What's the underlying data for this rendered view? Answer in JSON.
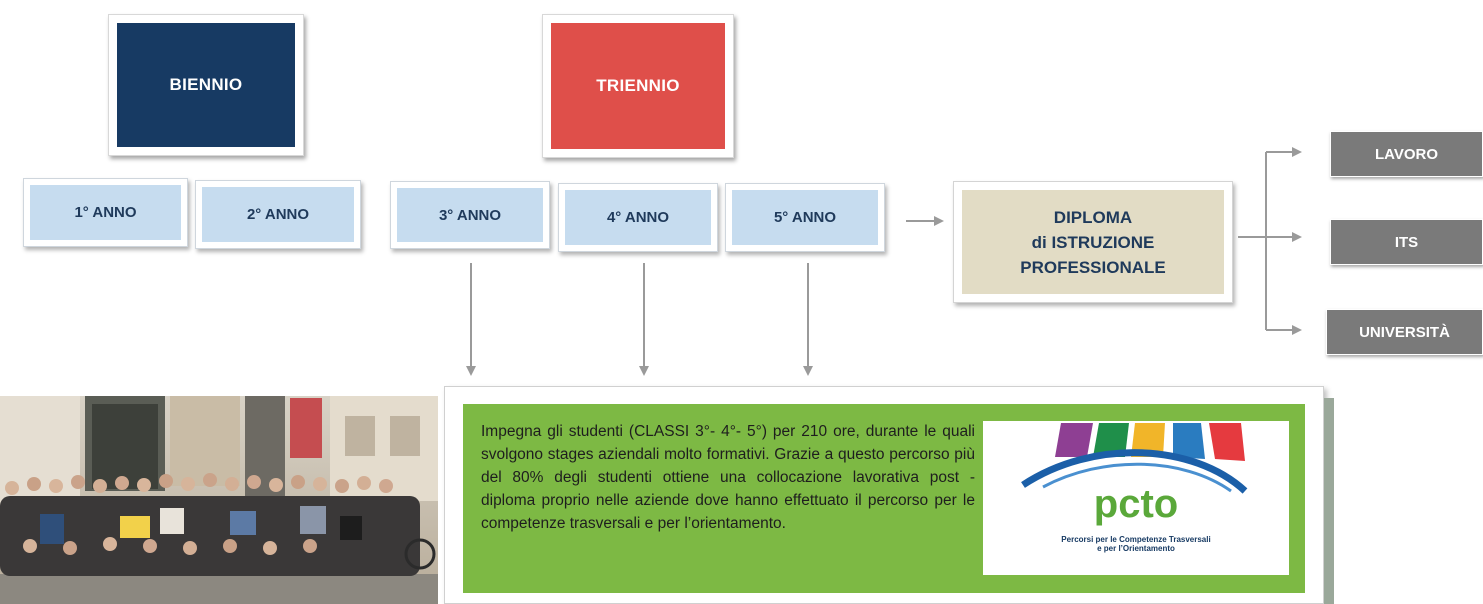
{
  "headers": {
    "biennio": "BIENNIO",
    "triennio": "TRIENNIO"
  },
  "years": [
    "1° ANNO",
    "2° ANNO",
    "3° ANNO",
    "4° ANNO",
    "5° ANNO"
  ],
  "diploma": {
    "line1": "DIPLOMA",
    "line2": "di ISTRUZIONE",
    "line3": "PROFESSIONALE"
  },
  "outcomes": [
    "LAVORO",
    "ITS",
    "UNIVERSITÀ"
  ],
  "pcto": {
    "description": "Impegna gli studenti (CLASSI 3°- 4°- 5°) per 210 ore, durante le quali svolgono stages aziendali molto formativi. Grazie a questo percorso più del 80% degli studenti ottiene una collocazione lavorativa post - diploma proprio nelle aziende dove hanno effettuato il percorso per le competenze trasversali e per l’orientamento.",
    "logo_text": "pcto",
    "logo_caption_1": "Percorsi per le Competenze Trasversali",
    "logo_caption_2": "e per l’Orientamento"
  },
  "colors": {
    "navy": "#173a63",
    "red": "#df4f4a",
    "year_fill": "#c6dcef",
    "diploma_fill": "#e2dcc5",
    "outcome_fill": "#7a7a7a",
    "green_panel": "#7db944"
  }
}
